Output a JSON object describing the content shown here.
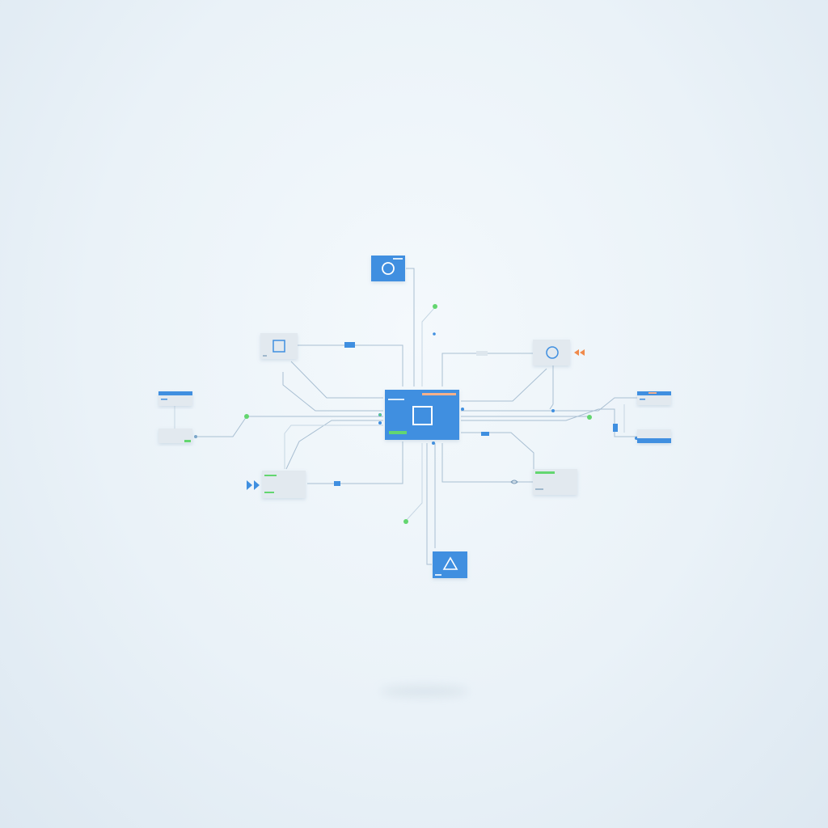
{
  "colors": {
    "background": "#eef5fa",
    "node_blue": "#3f8fe0",
    "node_gray": "#e2e9ef",
    "accent_green": "#63d66f",
    "accent_orange": "#f08a4b",
    "connector": "#9fb8cc"
  },
  "nodes": [
    {
      "id": "center",
      "style": "blue",
      "icon": "square-icon"
    },
    {
      "id": "top",
      "style": "blue",
      "icon": "circle-icon"
    },
    {
      "id": "upper-left",
      "style": "gray",
      "icon": "square-icon"
    },
    {
      "id": "upper-right",
      "style": "gray",
      "icon": "circle-icon"
    },
    {
      "id": "lower-left",
      "style": "gray",
      "icon": "none"
    },
    {
      "id": "lower-right",
      "style": "gray",
      "icon": "none"
    },
    {
      "id": "bottom",
      "style": "blue",
      "icon": "triangle-icon"
    },
    {
      "id": "far-left-top",
      "style": "gray",
      "icon": "none"
    },
    {
      "id": "far-left-bottom",
      "style": "gray",
      "icon": "none"
    },
    {
      "id": "far-right-top",
      "style": "gray",
      "icon": "none"
    },
    {
      "id": "far-right-bottom",
      "style": "gray",
      "icon": "none"
    }
  ],
  "indicators": [
    {
      "name": "play-arrows-icon",
      "color": "#3f8fe0"
    },
    {
      "name": "rewind-arrows-icon",
      "color": "#f08a4b"
    }
  ]
}
